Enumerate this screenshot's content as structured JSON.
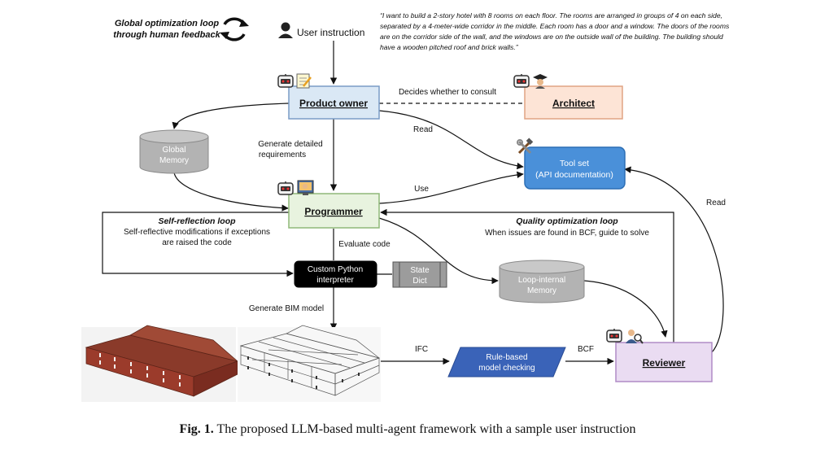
{
  "header": {
    "global_loop_title_line1": "Global optimization loop",
    "global_loop_title_line2": "through human feedback",
    "user_instruction_label": "User instruction",
    "user_instruction_quote": [
      "“I want to build a 2-story hotel with 8 rooms on each floor. The rooms are arranged in groups of 4 on each side,",
      "separated by a 4-meter-wide corridor in the middle. Each room has a door and a window. The doors of the rooms",
      "are on the corridor side of the wall, and the windows are on the outside wall of the building. The building should",
      "have a wooden pitched roof and brick walls.”"
    ]
  },
  "nodes": {
    "product_owner": "Product owner",
    "architect": "Architect",
    "global_memory_line1": "Global",
    "global_memory_line2": "Memory",
    "tool_set_line1": "Tool set",
    "tool_set_line2": "(API documentation)",
    "programmer": "Programmer",
    "interpreter_line1": "Custom Python",
    "interpreter_line2": "interpreter",
    "state_dict_line1": "State",
    "state_dict_line2": "Dict",
    "loop_memory_line1": "Loop-internal",
    "loop_memory_line2": "Memory",
    "rule_checking_line1": "Rule-based",
    "rule_checking_line2": "model checking",
    "reviewer": "Reviewer"
  },
  "edge_labels": {
    "consult": "Decides whether to consult",
    "read_po": "Read",
    "generate_requirements_line1": "Generate detailed",
    "generate_requirements_line2": "requirements",
    "use": "Use",
    "read_reviewer": "Read",
    "evaluate_code": "Evaluate code",
    "generate_bim": "Generate BIM model",
    "ifc": "IFC",
    "bcf": "BCF"
  },
  "loops": {
    "self_reflection_title": "Self-reflection loop",
    "self_reflection_line1": "Self-reflective modifications if exceptions",
    "self_reflection_line2": "are raised the code",
    "quality_title": "Quality optimization loop",
    "quality_line1": "When issues are found in BCF, guide to solve"
  },
  "caption": {
    "prefix": "Fig. 1.",
    "text": " The proposed LLM-based multi-agent framework with a sample user instruction"
  },
  "colors": {
    "product_owner_fill": "#dae8f5",
    "architect_fill": "#fde4d6",
    "programmer_fill": "#e8f3df",
    "reviewer_fill": "#eadcf2",
    "tool_set_fill": "#4a90d9",
    "memory_fill": "#b3b3b3",
    "interpreter_fill": "#000000",
    "rule_checking_fill": "#3a63b8",
    "roof_color": "#8a3a2a",
    "wall_color": "#9b3b2b"
  },
  "icons": {
    "global_loop": "cycle-arrows-icon",
    "user": "user-icon",
    "robot": "robot-icon",
    "notepad": "notepad-icon",
    "graduate": "graduate-icon",
    "tools": "hammer-wrench-icon",
    "computer": "computer-icon",
    "inspector": "inspector-icon"
  }
}
